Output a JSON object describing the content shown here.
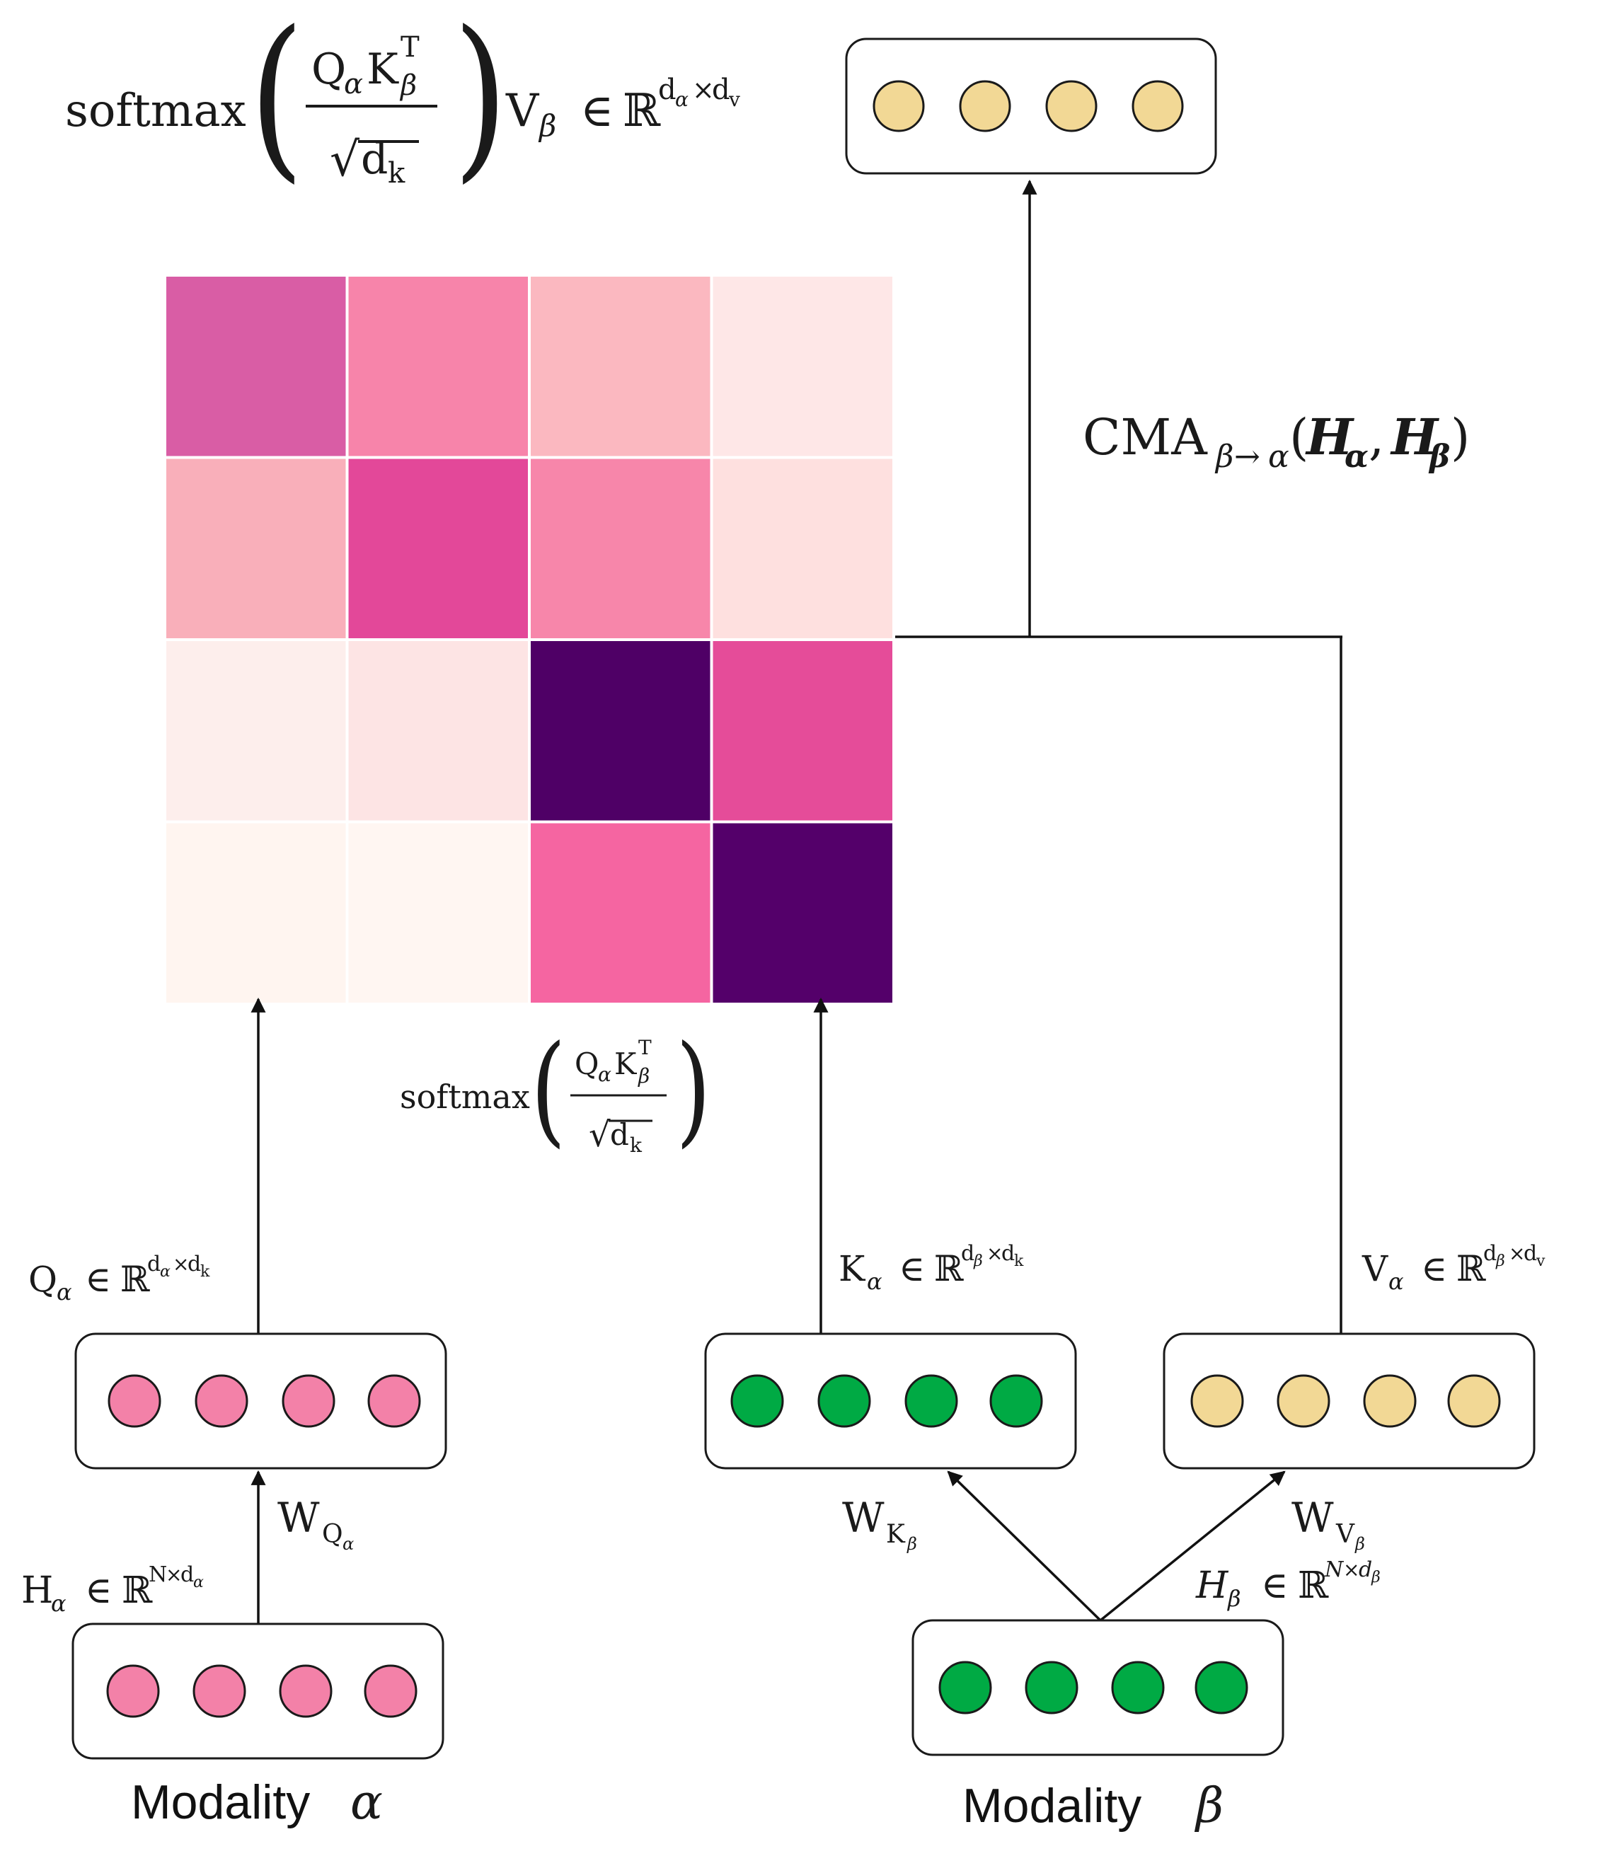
{
  "colors": {
    "pink": "#f381a8",
    "green": "#00aa44",
    "yellow": "#f2d895",
    "line": "#111111"
  },
  "boxes": {
    "output": {
      "color": "yellow",
      "count": 4
    },
    "query_emb": {
      "color": "pink",
      "count": 4
    },
    "key_emb": {
      "color": "green",
      "count": 4
    },
    "value_emb": {
      "color": "yellow",
      "count": 4
    },
    "input_alpha": {
      "color": "pink",
      "count": 4
    },
    "input_beta": {
      "color": "green",
      "count": 4
    }
  },
  "heatmap": {
    "rows": 4,
    "cols": 4,
    "cell_colors": [
      [
        "#d95da5",
        "#f784aa",
        "#fbb8c0",
        "#fee7e7"
      ],
      [
        "#f9afba",
        "#e34899",
        "#f786aa",
        "#fee0df"
      ],
      [
        "#fdeeec",
        "#fde4e4",
        "#4f0066",
        "#e54c99"
      ],
      [
        "#fff5f0",
        "#fff6f2",
        "#f565a1",
        "#54006a"
      ]
    ]
  },
  "labels": {
    "softmax_word": "softmax",
    "sym_Q": "Q",
    "sym_K": "K",
    "sym_V": "V",
    "sym_H": "H",
    "sym_W": "W",
    "sym_d": "d",
    "sym_N": "N",
    "sym_R": "ℝ",
    "sym_in": "∈",
    "sym_times": "×",
    "sym_alpha": "α",
    "sym_beta": "β",
    "sym_T": "T",
    "sym_k": "k",
    "sym_v": "v",
    "sym_sqrt": "√",
    "sym_arrow": "→",
    "sym_comma": ",",
    "paren_open": "(",
    "paren_close": ")",
    "cma": "CMA",
    "modality_alpha_word": "Modality",
    "modality_beta_word": "Modality"
  }
}
